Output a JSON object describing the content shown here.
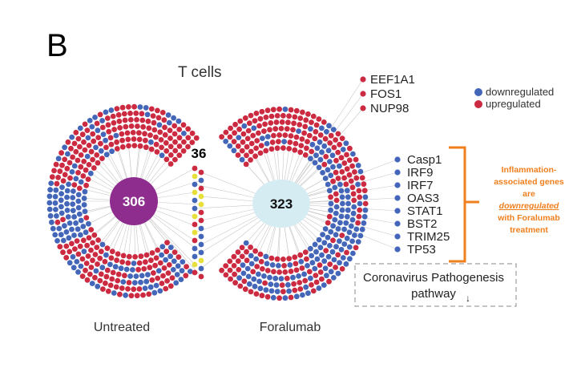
{
  "figure": {
    "panel_label": "B",
    "title": "T cells",
    "left_group": {
      "label": "Untreated",
      "count": "306"
    },
    "middle_group": {
      "count": "36"
    },
    "right_group": {
      "label": "Foralumab",
      "count": "323"
    },
    "upregulated_genes": [
      "EEF1A1",
      "FOS1",
      "NUP98"
    ],
    "downregulated_genes": [
      "Casp1",
      "IRF9",
      "IRF7",
      "OAS3",
      "STAT1",
      "BST2",
      "TRIM25",
      "TP53"
    ],
    "annotation": {
      "line1": "Inflammation-",
      "line2": "associated genes",
      "line3": "are",
      "line4": "downregulated",
      "line5": "with Foralumab",
      "line6": "treatment"
    },
    "pathway_box": {
      "line1": "Coronavirus Pathogenesis",
      "line2": "pathway",
      "arrow": "↓"
    }
  },
  "legend": {
    "downregulated": "downregulated",
    "upregulated": "upregulated"
  },
  "colors": {
    "downregulated": "#4466b8",
    "upregulated": "#cc2a40",
    "shared_yellow": "#e8e03a",
    "left_hub": "#8e2d8e",
    "right_hub": "#d6ecf3",
    "annotation": "#f07f1e"
  }
}
